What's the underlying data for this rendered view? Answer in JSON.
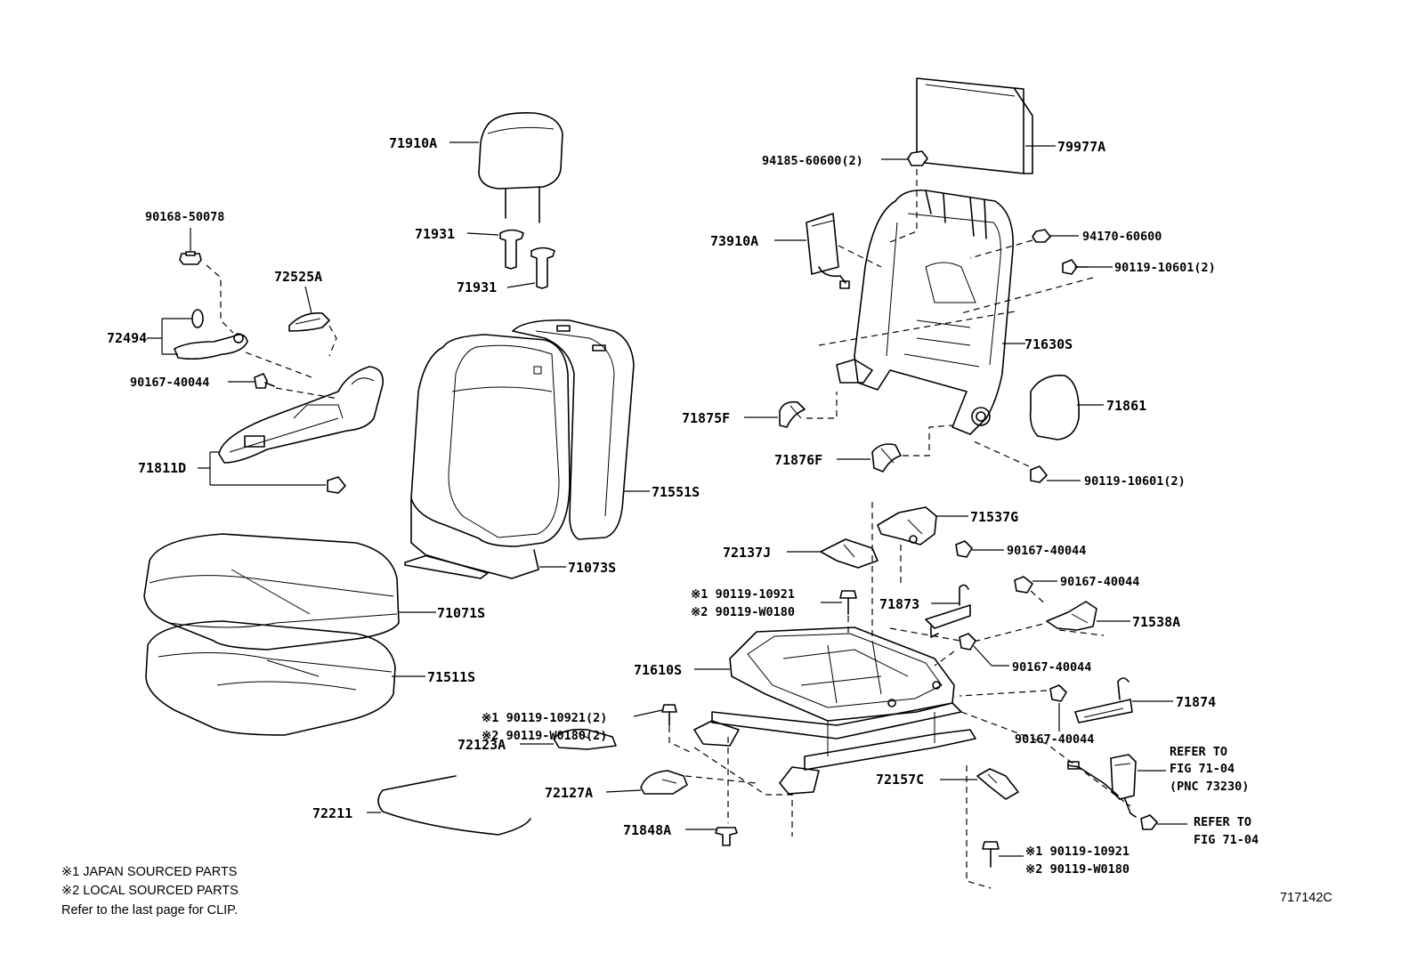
{
  "labels": {
    "l71910A": "71910A",
    "l71931a": "71931",
    "l71931b": "71931",
    "l90168": "90168-50078",
    "l72525A": "72525A",
    "l72494": "72494",
    "l90167a": "90167-40044",
    "l71811D": "71811D",
    "l71551S": "71551S",
    "l71073S": "71073S",
    "l71071S": "71071S",
    "l71511S": "71511S",
    "l72123A": "72123A",
    "l72127A": "72127A",
    "l72211": "72211",
    "l71848A": "71848A",
    "l79977A": "79977A",
    "l94185": "94185-60600(2)",
    "l73910A": "73910A",
    "l94170": "94170-60600",
    "l90119a": "90119-10601(2)",
    "l71630S": "71630S",
    "l71875F": "71875F",
    "l71861": "71861",
    "l71876F": "71876F",
    "l90119b": "90119-10601(2)",
    "l71537G": "71537G",
    "l90167b": "90167-40044",
    "l72137J": "72137J",
    "l90167c": "90167-40044",
    "l71873": "71873",
    "l71538A": "71538A",
    "l90167d": "90167-40044",
    "l71610S": "71610S",
    "l71874": "71874",
    "l90167e": "90167-40044",
    "l72157C": "72157C",
    "m1a": "※1 90119-10921",
    "m2a": "※2 90119-W0180",
    "m1b": "※1 90119-10921(2)",
    "m2b": "※2 90119-W0180(2)",
    "m1c": "※1 90119-10921",
    "m2c": "※2 90119-W0180",
    "ref1a": "REFER TO",
    "ref1b": "FIG 71-04",
    "ref1c": "(PNC 73230)",
    "ref2a": "REFER TO",
    "ref2b": "FIG 71-04"
  },
  "notes": {
    "n1": "※1 JAPAN SOURCED PARTS",
    "n2": "※2 LOCAL SOURCED PARTS",
    "n3": "Refer to the last page for CLIP."
  },
  "figure_id": "717142C"
}
